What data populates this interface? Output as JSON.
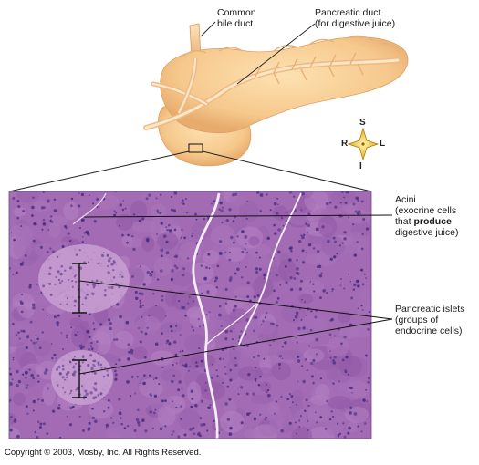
{
  "labels": {
    "common_bile_duct_line1": "Common",
    "common_bile_duct_line2": "bile duct",
    "pancreatic_duct_line1": "Pancreatic duct",
    "pancreatic_duct_line2": "(for digestive juice)",
    "acini_line1": "Acini",
    "acini_line2": "(exocrine cells",
    "acini_line3_pre": "that ",
    "acini_line3_bold": "produce",
    "acini_line4": "digestive juice)",
    "islets_line1": "Pancreatic islets",
    "islets_line2": "(groups of",
    "islets_line3": "endocrine cells)"
  },
  "compass": {
    "superior": "S",
    "inferior": "I",
    "right": "R",
    "left": "L"
  },
  "copyright": "Copyright © 2003, Mosby, Inc. All Rights Reserved.",
  "colors": {
    "tissue_base": "#a36bb4",
    "tissue_light": "#c9a0d2",
    "nuclei": "#4a2e83",
    "pancreas": "#f6c98d",
    "pancreas_dark": "#e2a160",
    "compass": "#f2c01e"
  }
}
